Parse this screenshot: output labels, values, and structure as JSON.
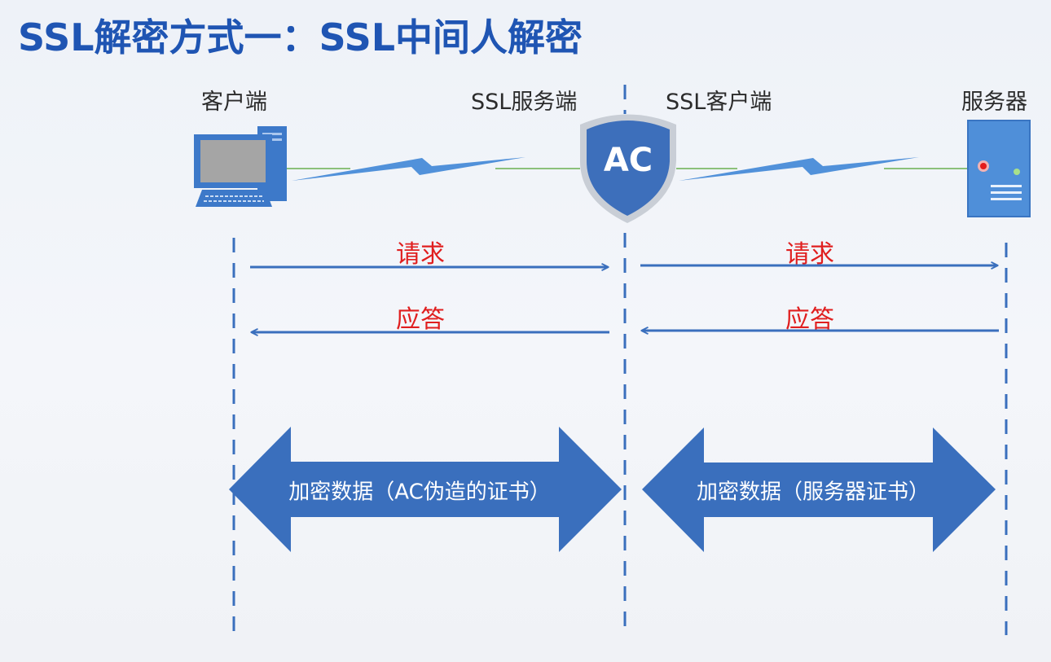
{
  "title": "SSL解密方式一：SSL中间人解密",
  "nodes": {
    "client": "客户端",
    "ssl_server": "SSL服务端",
    "ssl_client": "SSL客户端",
    "server": "服务器"
  },
  "ac_badge": "AC",
  "messages": {
    "left_request": "请求",
    "left_response": "应答",
    "right_request": "请求",
    "right_response": "应答"
  },
  "encrypted": {
    "left": "加密数据（AC伪造的证书）",
    "right": "加密数据（服务器证书）"
  },
  "colors": {
    "title": "#1f55b3",
    "arrow": "#3a6fbd",
    "label_red": "#e01f1f",
    "shield_fill": "#3d6fbb",
    "shield_border": "#c9ced6",
    "link_green": "#8cc07a",
    "lightning": "#3f86d6"
  }
}
